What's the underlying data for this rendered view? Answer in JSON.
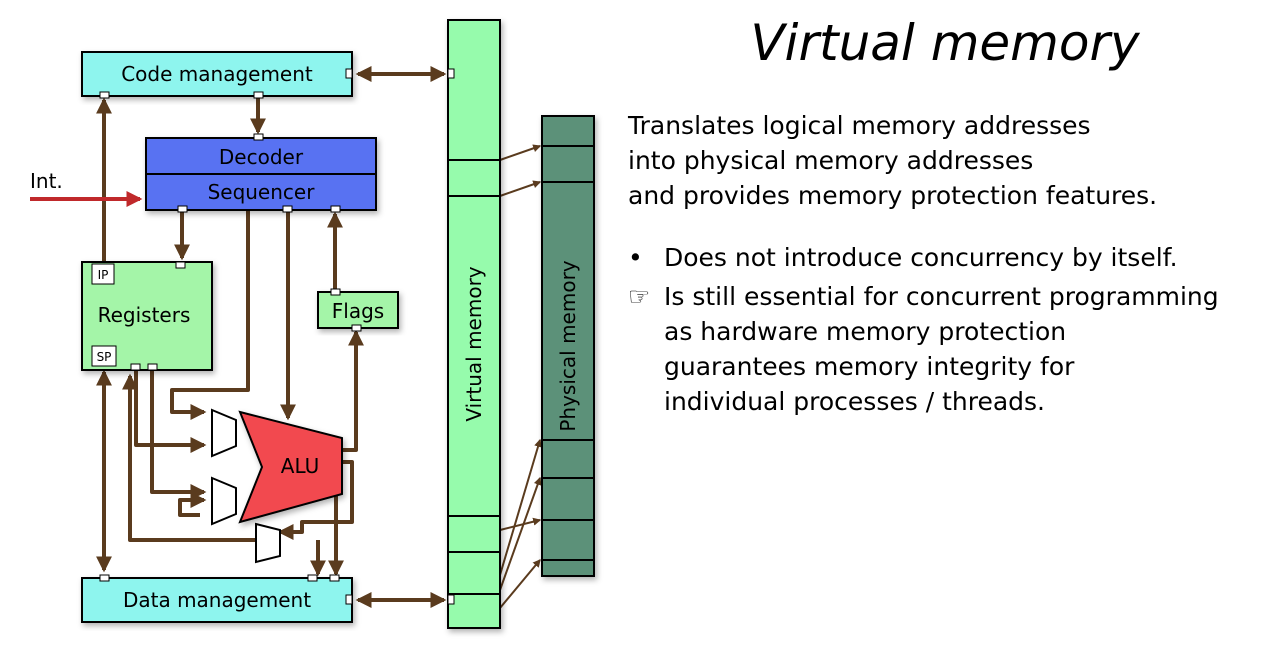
{
  "slide": {
    "title": "Virtual memory",
    "intro_lines": [
      "Translates logical memory addresses",
      "into physical memory addresses",
      "and provides memory protection features."
    ],
    "bullets": [
      {
        "marker": "•",
        "lines": [
          "Does not introduce concurrency by itself."
        ]
      },
      {
        "marker": "☞",
        "lines": [
          "Is still essential for concurrent programming",
          "as hardware memory protection",
          "guarantees memory integrity for",
          "individual processes / threads."
        ]
      }
    ]
  },
  "diagram": {
    "code_management": "Code management",
    "decoder": "Decoder",
    "sequencer": "Sequencer",
    "interrupt": "Int.",
    "registers": "Registers",
    "ip": "IP",
    "sp": "SP",
    "flags": "Flags",
    "alu": "ALU",
    "data_management": "Data management",
    "virtual_memory": "Virtual memory",
    "physical_memory": "Physical memory"
  },
  "colors": {
    "cyan_box": "#8ef5ee",
    "decoder_blue": "#5872f2",
    "register_green": "#a4f5a8",
    "virtual_green": "#96fbac",
    "physical_green": "#5c9179",
    "alu_red": "#f2494f",
    "arrow_brown": "#5a3b1e",
    "interrupt_red": "#c0292b"
  }
}
